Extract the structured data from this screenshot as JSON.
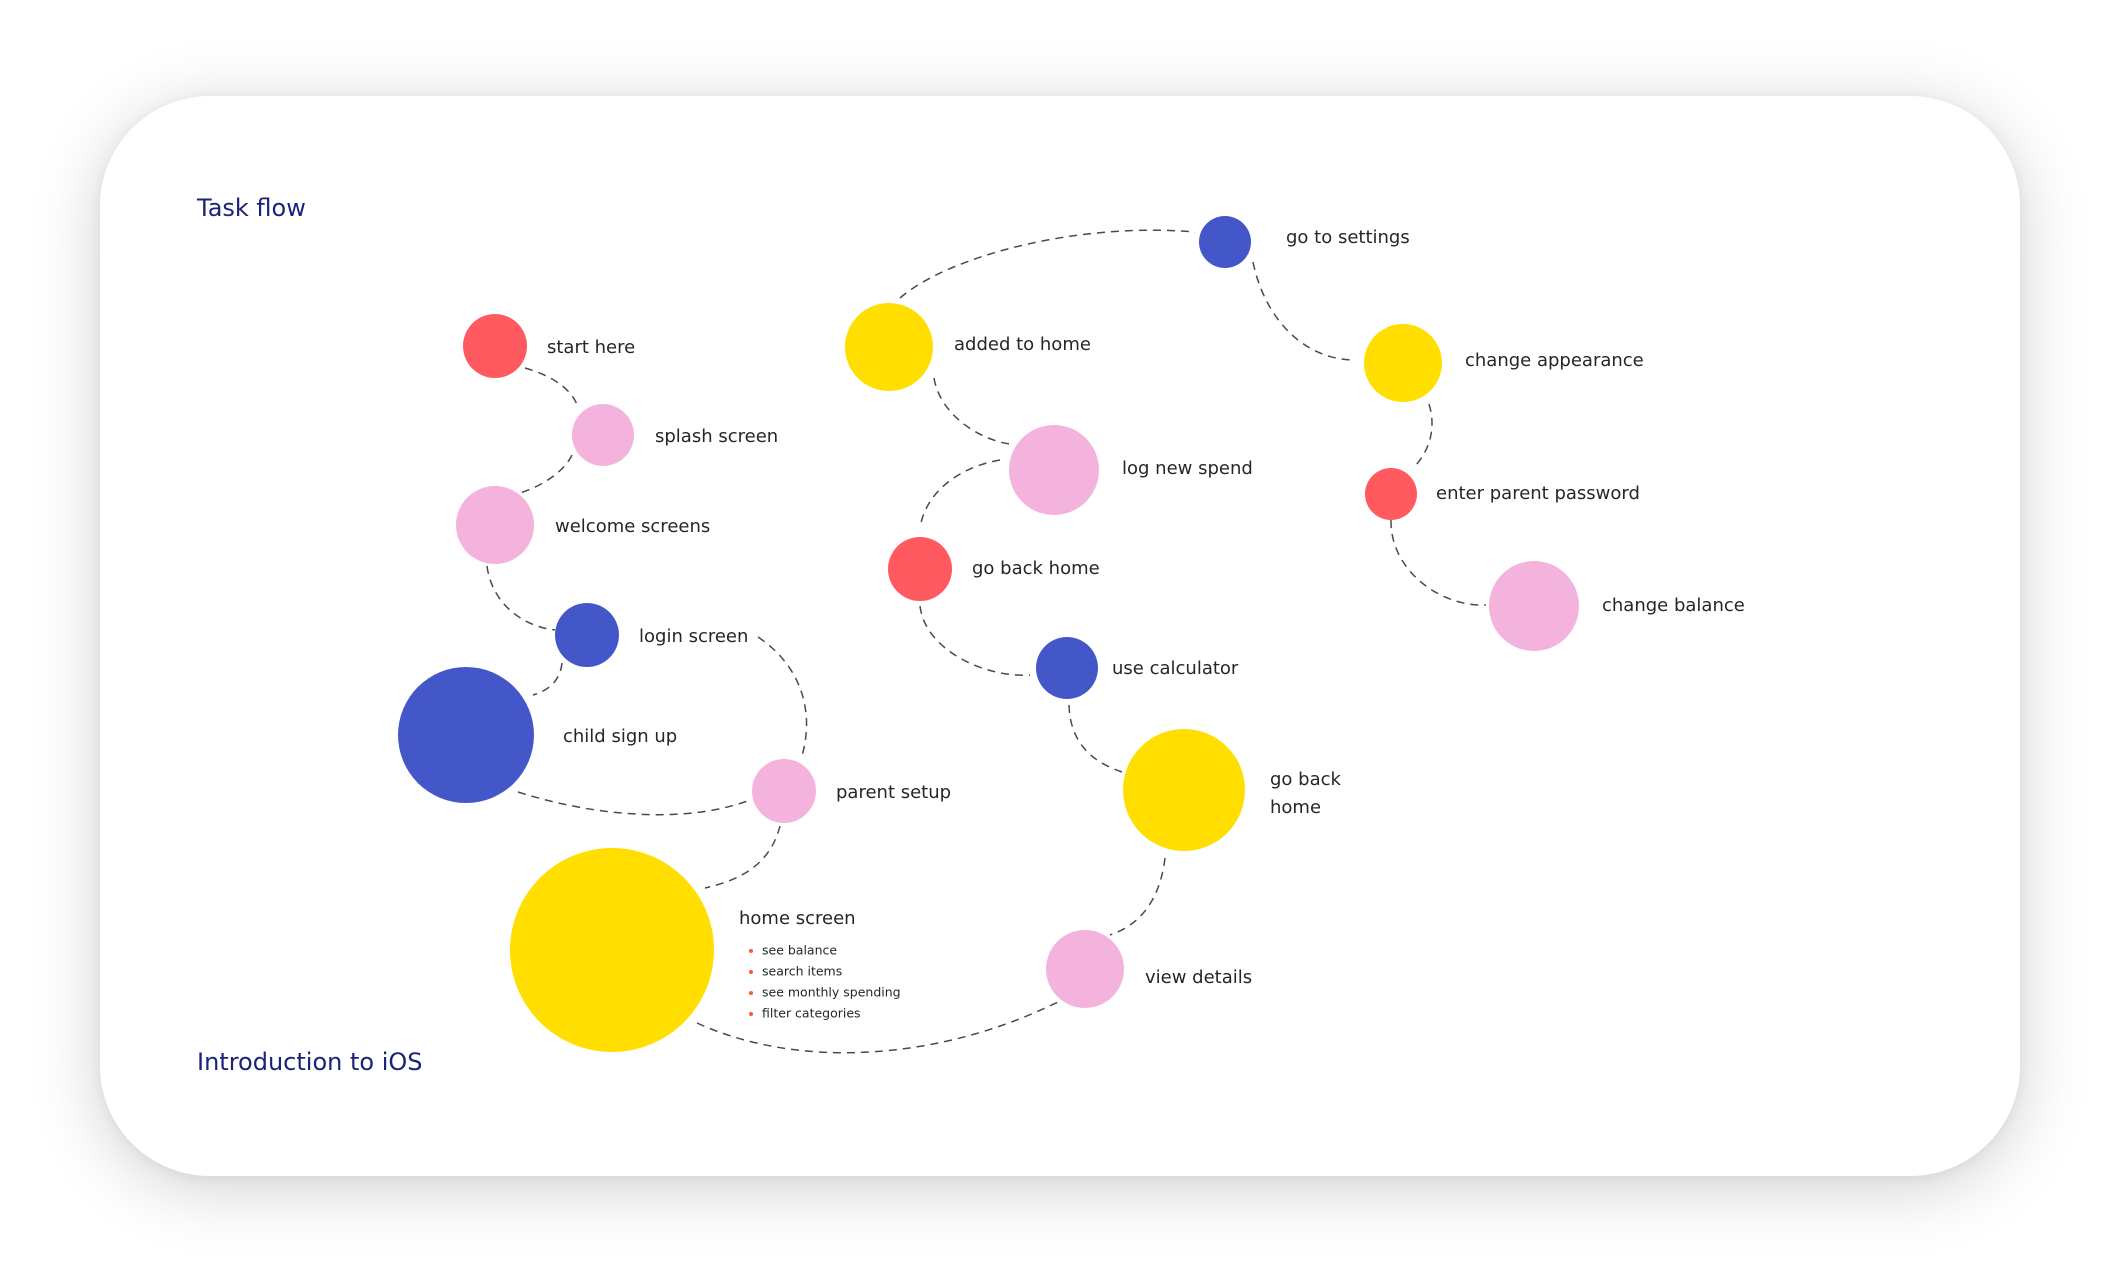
{
  "title": "Task flow",
  "subtitle": "Introduction to iOS",
  "colors": {
    "red": "#ff5a5f",
    "pink": "#f4b3dd",
    "blue": "#4457c8",
    "yellow": "#ffde00",
    "bullet": "#ff5a2e",
    "heading": "#1a2378"
  },
  "nodes": {
    "start": {
      "label": "start here",
      "color": "red"
    },
    "splash": {
      "label": "splash screen",
      "color": "pink"
    },
    "welcome": {
      "label": "welcome screens",
      "color": "pink"
    },
    "login": {
      "label": "login screen",
      "color": "blue"
    },
    "child_signup": {
      "label": "child sign up",
      "color": "blue"
    },
    "parent_setup": {
      "label": "parent setup",
      "color": "pink"
    },
    "home": {
      "label": "home screen",
      "color": "yellow",
      "bullets": [
        "see balance",
        "search items",
        "see monthly spending",
        "filter categories"
      ]
    },
    "added_home": {
      "label": "added to home",
      "color": "yellow"
    },
    "log_spend": {
      "label": "log new spend",
      "color": "pink"
    },
    "back_home_1": {
      "label": "go back home",
      "color": "red"
    },
    "calculator": {
      "label": "use calculator",
      "color": "blue"
    },
    "back_home_2": {
      "label": "go back home",
      "color": "yellow"
    },
    "view_details": {
      "label": "view details",
      "color": "pink"
    },
    "settings": {
      "label": "go to settings",
      "color": "blue"
    },
    "appearance": {
      "label": "change appearance",
      "color": "yellow"
    },
    "parent_pw": {
      "label": "enter parent password",
      "color": "red"
    },
    "balance": {
      "label": "change balance",
      "color": "pink"
    }
  }
}
